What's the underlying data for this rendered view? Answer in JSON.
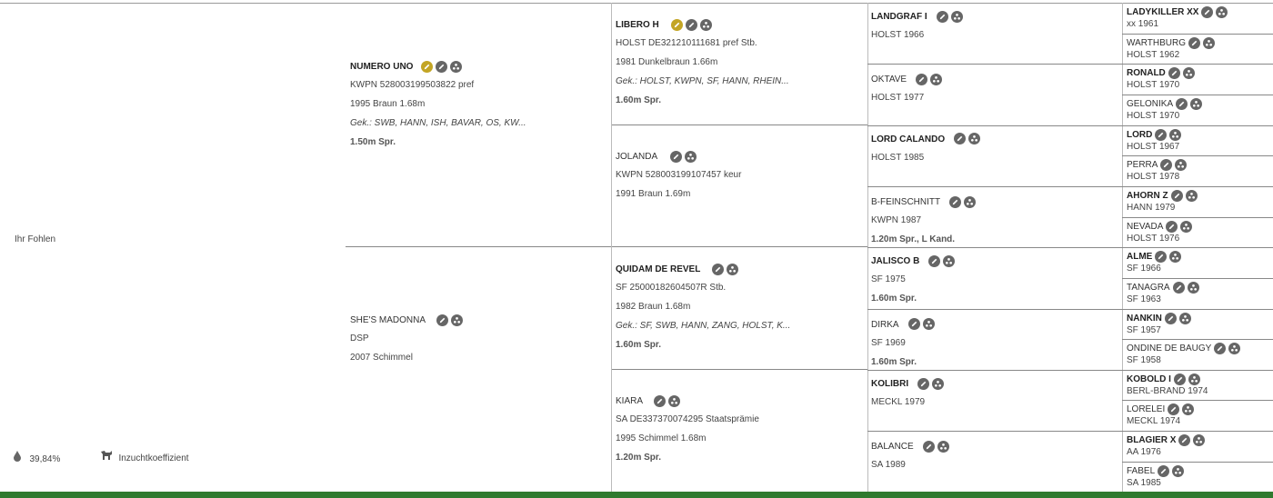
{
  "foal": {
    "label": "Ihr Fohlen"
  },
  "footer": {
    "percent": "39,84%",
    "coefficient_label": "Inzuchtkoeffizient"
  },
  "gen1": {
    "sire": {
      "name": "NUMERO UNO",
      "reg": "KWPN 528003199503822 pref",
      "info": "1995 Braun 1.68m",
      "gek": "Gek.: SWB, HANN, ISH, BAVAR, OS, KW...",
      "perf": "1.50m Spr."
    },
    "dam": {
      "name": "SHE'S MADONNA",
      "reg": "DSP",
      "info": "2007 Schimmel"
    }
  },
  "gen2": {
    "ss": {
      "name": "LIBERO H",
      "reg": "HOLST DE321210111681 pref Stb.",
      "info": "1981 Dunkelbraun 1.66m",
      "gek": "Gek.: HOLST, KWPN, SF, HANN, RHEIN...",
      "perf": "1.60m Spr."
    },
    "sd": {
      "name": "JOLANDA",
      "reg": "KWPN 528003199107457 keur",
      "info": "1991 Braun 1.69m"
    },
    "ds": {
      "name": "QUIDAM DE REVEL",
      "reg": "SF 25000182604507R Stb.",
      "info": "1982 Braun 1.68m",
      "gek": "Gek.: SF, SWB, HANN, ZANG, HOLST, K...",
      "perf": "1.60m Spr."
    },
    "dd": {
      "name": "KIARA",
      "reg": "SA DE337370074295 Staatsprämie",
      "info": "1995 Schimmel 1.68m",
      "perf": "1.20m Spr."
    }
  },
  "gen3": [
    {
      "name": "LANDGRAF I",
      "info": "HOLST 1966",
      "perf": ""
    },
    {
      "name": "OKTAVE",
      "info": "HOLST 1977",
      "perf": ""
    },
    {
      "name": "LORD CALANDO",
      "info": "HOLST 1985",
      "perf": ""
    },
    {
      "name": "B-FEINSCHNITT",
      "info": "KWPN 1987",
      "perf": "1.20m Spr., L Kand."
    },
    {
      "name": "JALISCO B",
      "info": "SF 1975",
      "perf": "1.60m Spr."
    },
    {
      "name": "DIRKA",
      "info": "SF 1969",
      "perf": "1.60m Spr."
    },
    {
      "name": "KOLIBRI",
      "info": "MECKL 1979",
      "perf": ""
    },
    {
      "name": "BALANCE",
      "info": "SA 1989",
      "perf": ""
    }
  ],
  "gen4": [
    {
      "name": "LADYKILLER XX",
      "info": "xx 1961"
    },
    {
      "name": "WARTHBURG",
      "info": "HOLST 1962"
    },
    {
      "name": "RONALD",
      "info": "HOLST 1970"
    },
    {
      "name": "GELONIKA",
      "info": "HOLST 1970"
    },
    {
      "name": "LORD",
      "info": "HOLST 1967"
    },
    {
      "name": "PERRA",
      "info": "HOLST 1978"
    },
    {
      "name": "AHORN Z",
      "info": "HANN 1979"
    },
    {
      "name": "NEVADA",
      "info": "HOLST 1976"
    },
    {
      "name": "ALME",
      "info": "SF 1966"
    },
    {
      "name": "TANAGRA",
      "info": "SF 1963"
    },
    {
      "name": "NANKIN",
      "info": "SF 1957"
    },
    {
      "name": "ONDINE DE BAUGY",
      "info": "SF 1958"
    },
    {
      "name": "KOBOLD I",
      "info": "BERL-BRAND 1974"
    },
    {
      "name": "LORELEI",
      "info": "MECKL 1974"
    },
    {
      "name": "BLAGIER X",
      "info": "AA 1976"
    },
    {
      "name": "FABEL",
      "info": "SA 1985"
    }
  ]
}
